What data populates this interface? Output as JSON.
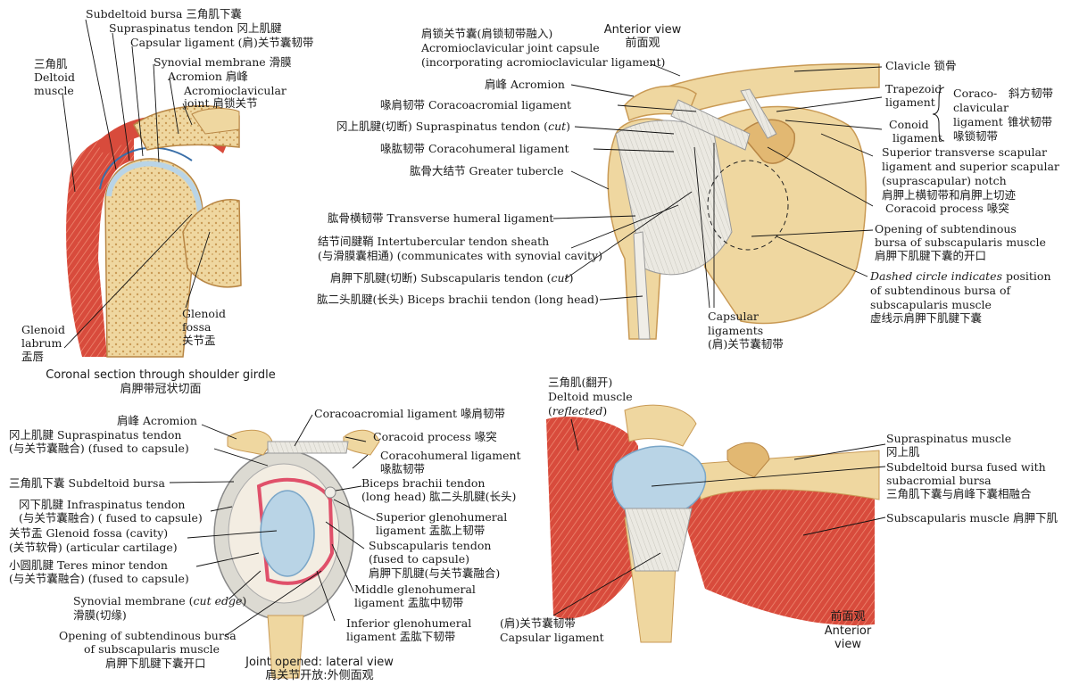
{
  "palette": {
    "bone": "#efd7a0",
    "bone_dark": "#c99a55",
    "cartilage": "#b9d4e6",
    "muscle": "#d84b3c",
    "muscle_light": "#ef8b73",
    "ligament": "#e8e6df",
    "synovial": "#e0506a",
    "line": "#111111"
  },
  "panel1": {
    "labels": {
      "subdeltoid": "Subdeltoid bursa 三角肌下囊",
      "supraspinatus": "Supraspinatus tendon 冈上肌腱",
      "capsular": "Capsular ligament (肩)关节囊韧带",
      "synovial": "Synovial membrane 滑膜",
      "acromion": "Acromion 肩峰",
      "acj_1": "Acromioclavicular",
      "acj_2": "joint 肩锁关节",
      "deltoid_1": "三角肌",
      "deltoid_2": "Deltoid",
      "deltoid_3": "muscle",
      "glenoid_labrum_1": "Glenoid",
      "glenoid_labrum_2": "labrum",
      "glenoid_labrum_3": "盂唇",
      "glenoid_fossa_1": "Glenoid",
      "glenoid_fossa_2": "fossa",
      "glenoid_fossa_3": "关节盂"
    },
    "caption_en": "Coronal section through shoulder girdle",
    "caption_zh": "肩胛带冠状切面"
  },
  "panel2": {
    "view_en": "Anterior view",
    "view_zh": "前面观",
    "labels": {
      "acj_capsule_1": "肩锁关节囊(肩锁韧带融入)",
      "acj_capsule_2": "Acromioclavicular joint capsule",
      "acj_capsule_3": "(incorporating acromioclavicular ligament)",
      "acromion": "肩峰 Acromion",
      "coracoacromial": "喙肩韧带 Coracoacromial ligament",
      "supraspinatus_cut_a": "冈上肌腱(切断) Supraspinatus tendon (",
      "supraspinatus_cut_b": "cut",
      "supraspinatus_cut_c": ")",
      "coracohumeral": "喙肱韧带 Coracohumeral ligament",
      "greater_tubercle": "肱骨大结节 Greater tubercle",
      "transverse_humeral": "肱骨横韧带 Transverse humeral ligament",
      "intertubercular_1": "结节间腱鞘 Intertubercular tendon sheath",
      "intertubercular_2": "(与滑膜囊相通) (communicates with synovial cavity)",
      "subscapularis_cut_a": "肩胛下肌腱(切断) Subscapularis tendon (",
      "subscapularis_cut_b": "cut",
      "subscapularis_cut_c": ")",
      "biceps_long": "肱二头肌腱(长头) Biceps brachii tendon (long head)",
      "clavicle": "Clavicle 锁骨",
      "trapezoid_1": "Trapezoid",
      "trapezoid_2": "ligament",
      "conoid_1": "Conoid",
      "conoid_2": "ligament",
      "coraco_1": "Coraco-",
      "coraco_2": "clavicular",
      "coraco_3": "ligament",
      "trapezoid_zh": "斜方韧带",
      "conoid_zh": "锥状韧带",
      "coracoclavicular_zh": "喙锁韧带",
      "sup_transverse_1": "Superior transverse scapular",
      "sup_transverse_2": "ligament and superior scapular",
      "sup_transverse_3": "(suprascapular) notch",
      "sup_transverse_4": "肩胛上横韧带和肩胛上切迹",
      "coracoid": "Coracoid process 喙突",
      "opening_1": "Opening of subtendinous",
      "opening_2": "bursa of subscapularis muscle",
      "opening_3": "肩胛下肌腱下囊的开口",
      "dashed_a": "Dashed circle indicates",
      "dashed_b": " position",
      "dashed_2": "of subtendinous bursa of",
      "dashed_3": "subscapularis muscle",
      "dashed_4": "虚线示肩胛下肌腱下囊",
      "capsular_1": "Capsular",
      "capsular_2": "ligaments",
      "capsular_3": "(肩)关节囊韧带"
    }
  },
  "panel3": {
    "labels": {
      "acromion": "肩峰 Acromion",
      "supraspinatus_1": "冈上肌腱 Supraspinatus tendon",
      "supraspinatus_2": "(与关节囊融合) (fused to capsule)",
      "subdeltoid": "三角肌下囊 Subdeltoid bursa",
      "infraspinatus_1": "冈下肌腱 Infraspinatus tendon",
      "infraspinatus_2": "(与关节囊融合) ( fused to capsule)",
      "glenoid_1": "关节盂 Glenoid fossa (cavity)",
      "glenoid_2": "(关节软骨) (articular cartilage)",
      "teres_1": "小圆肌腱 Teres minor tendon",
      "teres_2": "(与关节囊融合) (fused to capsule)",
      "synovial_a": "Synovial membrane (",
      "synovial_b": "cut edge",
      "synovial_c": ")",
      "synovial_2": "滑膜(切缘)",
      "opening_1": "Opening of subtendinous bursa",
      "opening_2": "of subscapularis muscle",
      "opening_3": "肩胛下肌腱下囊开口",
      "coracoacromial": "Coracoacromial ligament 喙肩韧带",
      "coracoid": "Coracoid process 喙突",
      "coracohumeral_1": "Coracohumeral ligament",
      "coracohumeral_2": "喙肱韧带",
      "biceps_1": "Biceps brachii tendon",
      "biceps_2": "(long head) 肱二头肌腱(长头)",
      "sup_gh_1": "Superior glenohumeral",
      "sup_gh_2": "ligament 盂肱上韧带",
      "subscap_1": "Subscapularis tendon",
      "subscap_2": "(fused to capsule)",
      "subscap_3": "肩胛下肌腱(与关节囊融合)",
      "mid_gh_1": "Middle glenohumeral",
      "mid_gh_2": "ligament 盂肱中韧带",
      "inf_gh_1": "Inferior glenohumeral",
      "inf_gh_2": "ligament 盂肱下韧带"
    },
    "caption_en": "Joint opened: lateral view",
    "caption_zh": "肩关节开放:外侧面观"
  },
  "panel4": {
    "labels": {
      "deltoid_1": "三角肌(翻开)",
      "deltoid_2": "Deltoid muscle",
      "deltoid_3": "reflected",
      "supraspinatus_1": "Supraspinatus muscle",
      "supraspinatus_2": "冈上肌",
      "subdeltoid_1": "Subdeltoid bursa fused with",
      "subdeltoid_2": "subacromial bursa",
      "subdeltoid_3": "三角肌下囊与肩峰下囊相融合",
      "subscapularis": "Subscapularis muscle 肩胛下肌",
      "capsular_1": "(肩)关节囊韧带",
      "capsular_2": "Capsular ligament"
    },
    "view_zh": "前面观",
    "view_en_1": "Anterior",
    "view_en_2": "view"
  }
}
